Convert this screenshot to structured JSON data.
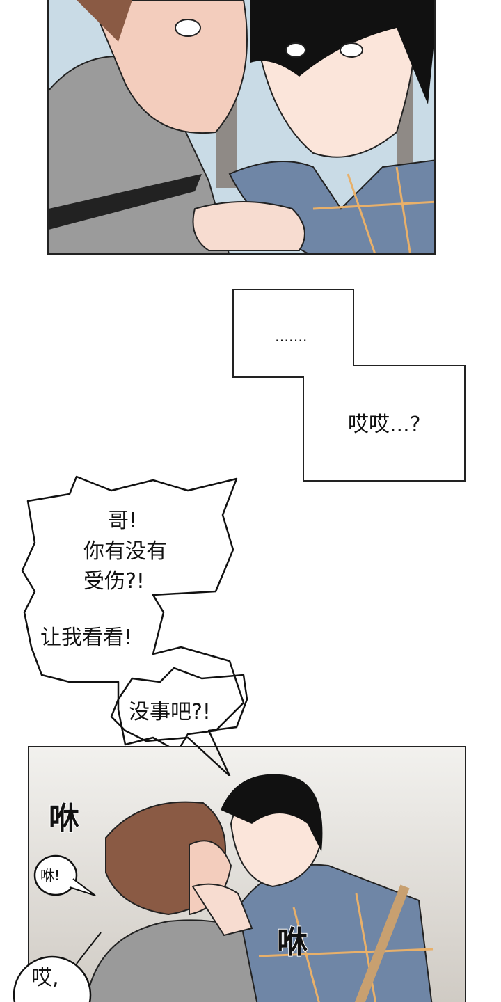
{
  "narration": {
    "box1": "…….",
    "box2": "哎哎...?"
  },
  "bubbles": {
    "shout_lines": [
      "哥!",
      "你有没有",
      "受伤?!"
    ],
    "let_me_see": "让我看看!",
    "are_you_ok": "没事吧?!",
    "small_whoosh": "咻!",
    "ouch": "哎,"
  },
  "sfx": {
    "whoosh_left": "咻",
    "whoosh_right": "咻"
  },
  "colors": {
    "panel3_bg_top": "#f2f1ee",
    "panel3_bg_bottom": "#cfcac3",
    "hair_dark": "#111111",
    "hair_brown": "#8a5a44",
    "shirt_plaid": "#6f86a6",
    "hoodie": "#9a9a9a",
    "skin": "#f7dcd0"
  }
}
